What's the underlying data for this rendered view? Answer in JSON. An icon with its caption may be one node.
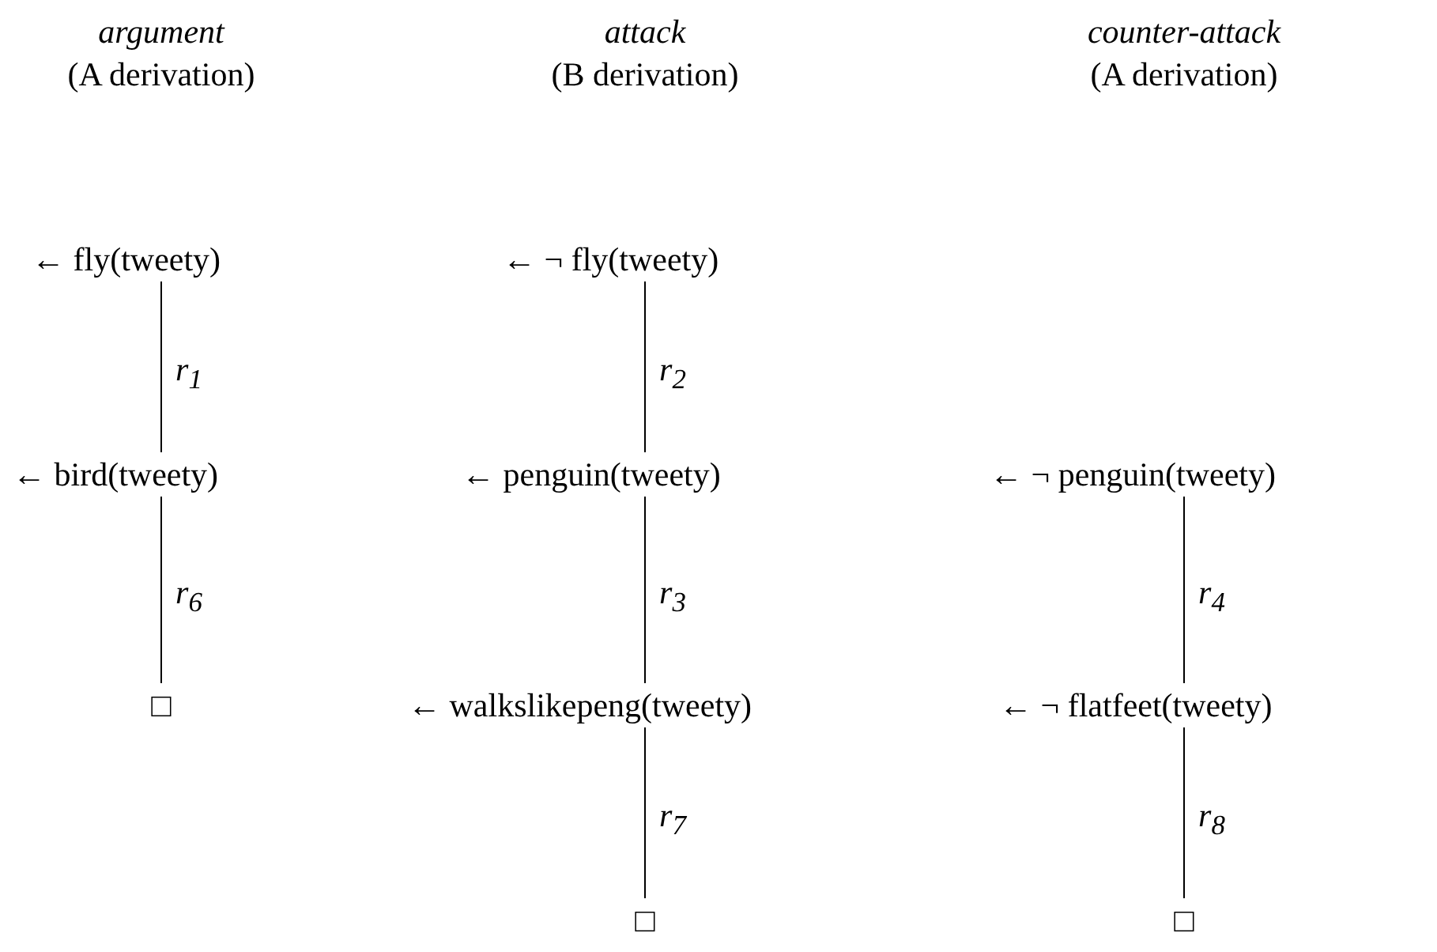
{
  "diagram": {
    "nodes": [
      {
        "text": [
          "← fly(tweety)"
        ]
      },
      {
        "text": [
          "← bird(tweety)"
        ]
      },
      {
        "text": [
          "□"
        ]
      },
      {
        "text": [
          "← ¬ fly(tweety)"
        ]
      },
      {
        "text": [
          "← penguin(tweety)"
        ]
      },
      {
        "text": [
          "← walkslikepeng(tweety)"
        ]
      },
      {
        "text": [
          "□"
        ]
      },
      {
        "text": [
          "← ¬ penguin(tweety)"
        ]
      },
      {
        "text": [
          "← ¬ flatfeet(tweety)"
        ]
      },
      {
        "text": [
          "□"
        ]
      }
    ],
    "edges": [
      {
        "from": 0,
        "to": 1,
        "arrow": "none",
        "label": "r$_{1}$"
      },
      {
        "from": 1,
        "to": 2,
        "arrow": "none",
        "label": "r$_{6}$"
      },
      {
        "from": 3,
        "to": 4,
        "arrow": "none",
        "label": "r$_{2}$"
      },
      {
        "from": 4,
        "to": 5,
        "arrow": "none",
        "label": "r$_{3}$"
      },
      {
        "from": 5,
        "to": 6,
        "arrow": "none",
        "label": "r$_{7}$"
      },
      {
        "from": 7,
        "to": 8,
        "arrow": "none",
        "label": "r$_{4}$"
      },
      {
        "from": 8,
        "to": 9,
        "arrow": "none",
        "label": "r$_{8}$"
      }
    ],
    "labels": [
      "argument",
      "(A derivation)",
      "attack",
      "(B derivation)",
      "counter-attack",
      "(A derivation)"
    ]
  }
}
